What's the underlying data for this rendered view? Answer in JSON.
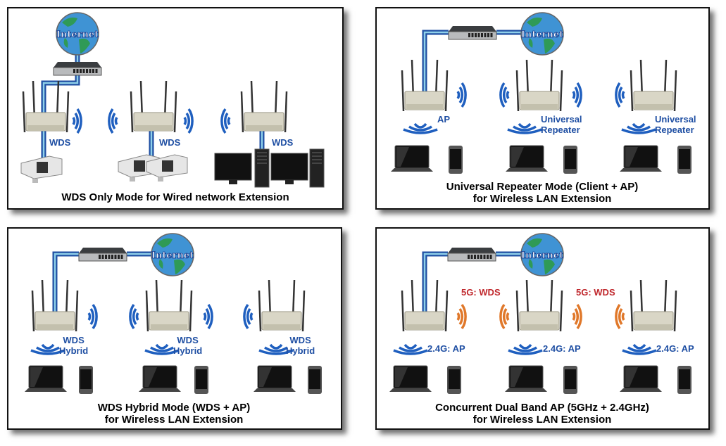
{
  "internet_label": "Internet",
  "colors": {
    "cable_dark": "#1f4fa3",
    "cable_light": "#8fd0ea",
    "wds_5g": "#e0782a",
    "signal_blue": "#1f5fbf",
    "label_red": "#c0282d"
  },
  "panels": [
    {
      "title": [
        "WDS Only Mode for Wired network Extension"
      ],
      "labels": [
        "WDS",
        "WDS",
        "WDS"
      ]
    },
    {
      "title": [
        "Universal Repeater Mode (Client + AP)",
        "for Wireless LAN Extension"
      ],
      "labels": [
        "AP",
        "Universal",
        "Repeater",
        "Universal",
        "Repeater"
      ]
    },
    {
      "title": [
        "WDS Hybrid Mode (WDS + AP)",
        "for Wireless LAN Extension"
      ],
      "labels": [
        "WDS",
        "Hybrid",
        "WDS",
        "Hybrid",
        "WDS",
        "Hybrid"
      ]
    },
    {
      "title": [
        "Concurrent Dual Band AP (5GHz + 2.4GHz)",
        "for Wireless LAN Extension"
      ],
      "labels": [
        "5G: WDS",
        "5G: WDS",
        "2.4G: AP",
        "2.4G: AP",
        "2.4G: AP"
      ]
    }
  ]
}
